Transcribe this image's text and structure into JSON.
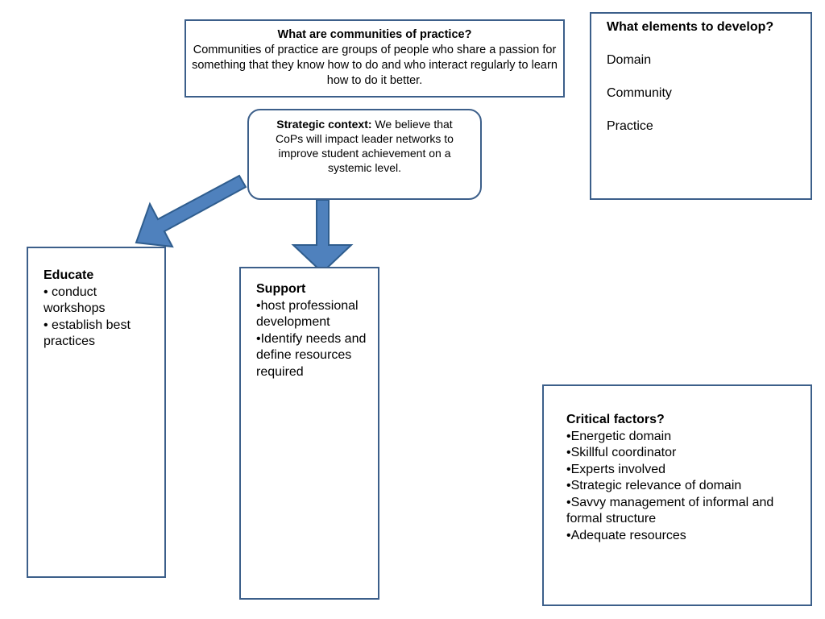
{
  "definition": {
    "title": "What are communities of practice?",
    "body": "Communities of practice are groups of people who share a passion for something that they know how to do and who interact regularly to learn how to do it better."
  },
  "context": {
    "label": "Strategic context:",
    "body": " We believe that CoPs will impact leader networks to improve student achievement on a systemic level."
  },
  "elements": {
    "title": "What elements to develop?",
    "items": [
      "Domain",
      "Community",
      "Practice"
    ]
  },
  "educate": {
    "title": "Educate",
    "items": [
      "• conduct workshops",
      "• establish best practices"
    ]
  },
  "support": {
    "title": "Support",
    "items": [
      "•host professional development",
      "•Identify needs and define resources required"
    ]
  },
  "factors": {
    "title": "Critical factors?",
    "items": [
      "•Energetic domain",
      "•Skillful coordinator",
      "•Experts involved",
      "•Strategic relevance of domain",
      "•Savvy management of informal and formal structure",
      "•Adequate resources"
    ]
  },
  "colors": {
    "border": "#3c5f8a",
    "arrow_fill": "#4f81bd",
    "arrow_stroke": "#2f5d8e"
  }
}
